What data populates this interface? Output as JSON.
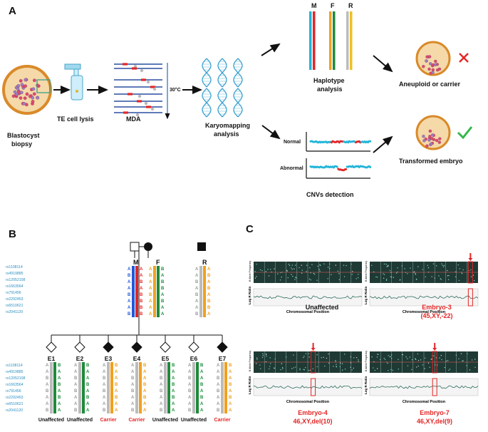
{
  "panelA": {
    "label": "A",
    "steps": {
      "biopsy": "Blastocyst biopsy",
      "lysis": "TE cell lysis",
      "mda": "MDA",
      "temp": "30°C",
      "karyo": "Karyomapping analysis",
      "haplotype": "Haplotype analysis",
      "cnv": "CNVs detection",
      "aneuploid": "Aneuploid or carrier",
      "transformed": "Transformed embryo"
    },
    "haplotype_headers": [
      "M",
      "F",
      "R"
    ],
    "cnv_rows": [
      "Normal",
      "Abnormal"
    ]
  },
  "panelB": {
    "label": "B",
    "parents": [
      "M",
      "F",
      "R"
    ],
    "snps": [
      "rs1108114",
      "rs4919885",
      "rs12052108",
      "rs1663564",
      "rs791456",
      "rs2292453",
      "rs6510621",
      "rs2041120"
    ],
    "M_alleles_left": [
      "A",
      "B",
      "A",
      "A",
      "B",
      "A",
      "A",
      "B"
    ],
    "M_alleles_right": [
      "A",
      "A",
      "B",
      "A",
      "B",
      "B",
      "B",
      "B"
    ],
    "F_alleles_left": [
      "A",
      "B",
      "A",
      "A",
      "B",
      "A",
      "A",
      "A"
    ],
    "F_alleles_right": [
      "B",
      "A",
      "B",
      "B",
      "A",
      "B",
      "A",
      "A"
    ],
    "R_alleles_left": [
      "A",
      "A",
      "B",
      "A",
      "B",
      "A",
      "A",
      "B"
    ],
    "R_alleles_right": [
      "A",
      "B",
      "A",
      "B",
      "A",
      "B",
      "B",
      "A"
    ],
    "embryos": [
      {
        "id": "E1",
        "status": "Unaffected",
        "carrier": false
      },
      {
        "id": "E2",
        "status": "Unaffected",
        "carrier": false
      },
      {
        "id": "E3",
        "status": "Carrier",
        "carrier": true
      },
      {
        "id": "E4",
        "status": "Carrier",
        "carrier": true
      },
      {
        "id": "E5",
        "status": "Unaffected",
        "carrier": false
      },
      {
        "id": "E6",
        "status": "Unaffected",
        "carrier": false
      },
      {
        "id": "E7",
        "status": "Carrier",
        "carrier": true
      }
    ],
    "embryo_alleles_left": [
      "A",
      "A",
      "B",
      "A",
      "B",
      "A",
      "A",
      "B"
    ],
    "embryo_alleles_right": [
      "B",
      "A",
      "A",
      "B",
      "A",
      "B",
      "A",
      "A"
    ]
  },
  "panelC": {
    "label": "C",
    "ylabel_top": "B Allele Frequency",
    "ylabel_bottom": "Log R Ratio",
    "xlabel": "Chromosomal Position",
    "plots": [
      {
        "title": "Unaffected",
        "subtitle": ""
      },
      {
        "title": "Embryo-3",
        "subtitle": "(45,XY,-22)"
      },
      {
        "title": "Embryo-4",
        "subtitle": "46,XY,del(10)"
      },
      {
        "title": "Embryo-7",
        "subtitle": "46,XY,del(9)"
      }
    ]
  },
  "colors": {
    "red": "#e32626",
    "blue": "#2557d6",
    "green": "#1e8a3a",
    "orange": "#f0a020",
    "cyan": "#21b4d8",
    "check": "#34b84a",
    "plot_bg": "#1f3a35",
    "snp_text": "#2a8fbf"
  }
}
